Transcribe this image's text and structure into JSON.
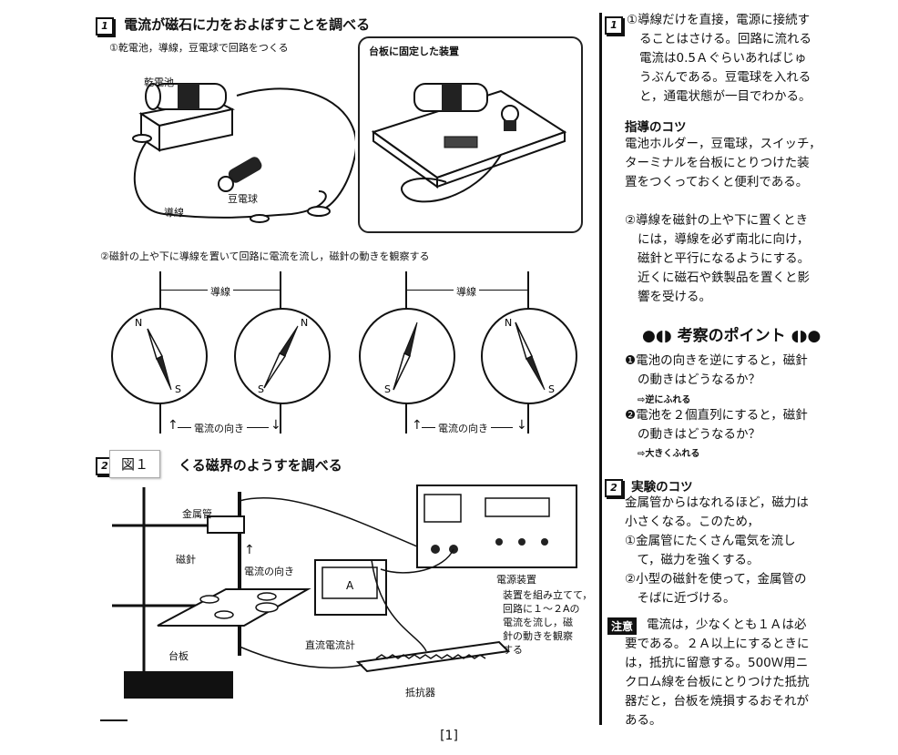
{
  "section1": {
    "num": "1",
    "title": "電流が磁石に力をおよぼすことを調べる",
    "step1": "①乾電池，導線，豆電球で回路をつくる",
    "label_battery": "乾電池",
    "label_bulb": "豆電球",
    "label_wire": "導線",
    "board_title": "台板に固定した装置",
    "step2": "②磁針の上や下に導線を置いて回路に電流を流し，磁針の動きを観察する",
    "compass_wire_label": "導線",
    "compass_current_label": "電流の向き",
    "n": "N",
    "s": "S"
  },
  "section2": {
    "num": "2",
    "figure_tag": "図１",
    "title_partial": "くる磁界のようすを調べる",
    "label_pipe": "金属管",
    "label_needle": "磁針",
    "label_current": "電流の向き",
    "label_base": "台板",
    "label_power": "電源装置",
    "label_ammeter": "直流電流計",
    "label_resistor": "抵抗器",
    "ammeter_face": "A",
    "caption": [
      "装置を組み立てて，",
      "回路に１～２Aの",
      "電流を流し，磁",
      "針の動きを観察",
      "する"
    ]
  },
  "right": {
    "r1_num": "1",
    "r1_lines": [
      "①導線だけを直接，電源に接続す",
      "ることはさける。回路に流れる",
      "電流は0.5Ａぐらいあればじゅ",
      "うぶんである。豆電球を入れる",
      "と，通電状態が一目でわかる。"
    ],
    "tips_heading": "指導のコツ",
    "tips_lines": [
      "電池ホルダー，豆電球，スイッチ，",
      "ターミナルを台板にとりつけた装",
      "置をつくっておくと便利である。"
    ],
    "r2_lines": [
      "②導線を磁針の上や下に置くとき",
      "には，導線を必ず南北に向け，",
      "磁針と平行になるようにする。",
      "近くに磁石や鉄製品を置くと影",
      "響を受ける。"
    ],
    "points_heading": "考察のポイント",
    "q1_lines": [
      "❶電池の向きを逆にすると，磁針",
      "の動きはどうなるか？"
    ],
    "a1": "⇨逆にふれる",
    "q2_lines": [
      "❷電池を２個直列にすると，磁針",
      "の動きはどうなるか？"
    ],
    "a2": "⇨大きくふれる",
    "s2_num": "2",
    "exp_heading": "実験のコツ",
    "exp_lines": [
      "金属管からはなれるほど，磁力は",
      "小さくなる。このため，",
      "①金属管にたくさん電気を流し",
      "　て，磁力を強くする。",
      "②小型の磁針を使って，金属管の",
      "　そばに近づける。"
    ],
    "note_tag": "注意",
    "note_lines": [
      "電流は，少なくとも１Ａは必",
      "要である。２Ａ以上にするときに",
      "は，抵抗に留意する。500Ｗ用ニ",
      "クロム線を台板にとりつけた抵抗",
      "器だと，台板を焼損するおそれが",
      "ある。"
    ]
  },
  "footer": {
    "page": "[1]"
  }
}
